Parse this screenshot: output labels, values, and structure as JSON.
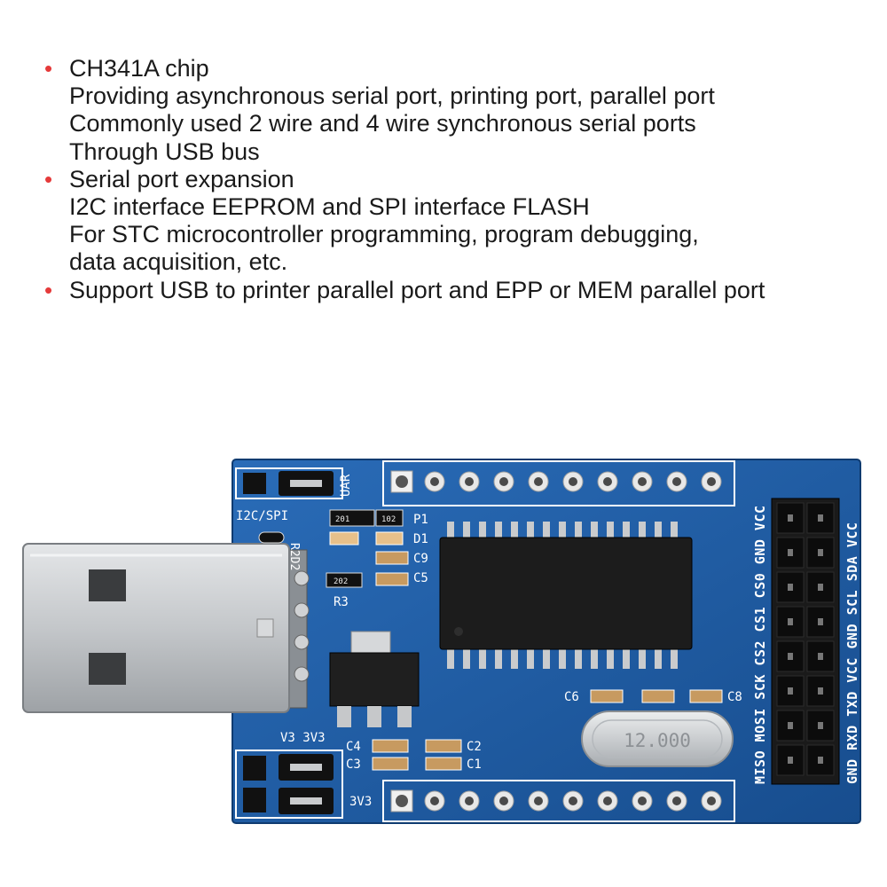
{
  "features": [
    {
      "lines": [
        "CH341A chip",
        "Providing asynchronous serial port, printing port, parallel port",
        "Commonly used 2 wire and 4 wire synchronous serial ports",
        "Through USB bus"
      ]
    },
    {
      "lines": [
        "Serial port expansion",
        "I2C interface EEPROM and SPI interface FLASH",
        "For STC microcontroller programming, program debugging,",
        "data acquisition, etc."
      ]
    },
    {
      "lines": [
        "Support USB to printer parallel port and EPP or MEM parallel port"
      ]
    }
  ],
  "bullet_symbol": "•",
  "colors": {
    "bullet": "#e53a3a",
    "pcb": "#1f5fa8",
    "pcb_dark": "#123f78",
    "silkscreen": "#ffffff",
    "chip": "#1c1c1c",
    "usb_metal": "#c9cccf"
  },
  "board": {
    "silkscreen_labels": {
      "uar": "UAR",
      "i2c_spi": "I2C/SPI",
      "r2d2": "R2D2",
      "p1": "P1",
      "d1": "D1",
      "c9": "C9",
      "c5": "C5",
      "r3": "R3",
      "c6": "C6",
      "c8": "C8",
      "c4": "C4",
      "c2": "C2",
      "c3": "C3",
      "c1": "C1",
      "v3_3v3": "V3  3V3",
      "label_3v3": "3V3",
      "resistor_r1": "102",
      "resistor_r2": "201",
      "resistor_r3": "202",
      "crystal": "12.000"
    },
    "pins_col1": [
      "MISO",
      "MOSI",
      "SCK",
      "CS2",
      "CS1",
      "CS0",
      "GND",
      "VCC"
    ],
    "pins_col2": [
      "GND",
      "RXD",
      "TXD",
      "VCC",
      "GND",
      "SCL",
      "SDA",
      "VCC"
    ]
  }
}
